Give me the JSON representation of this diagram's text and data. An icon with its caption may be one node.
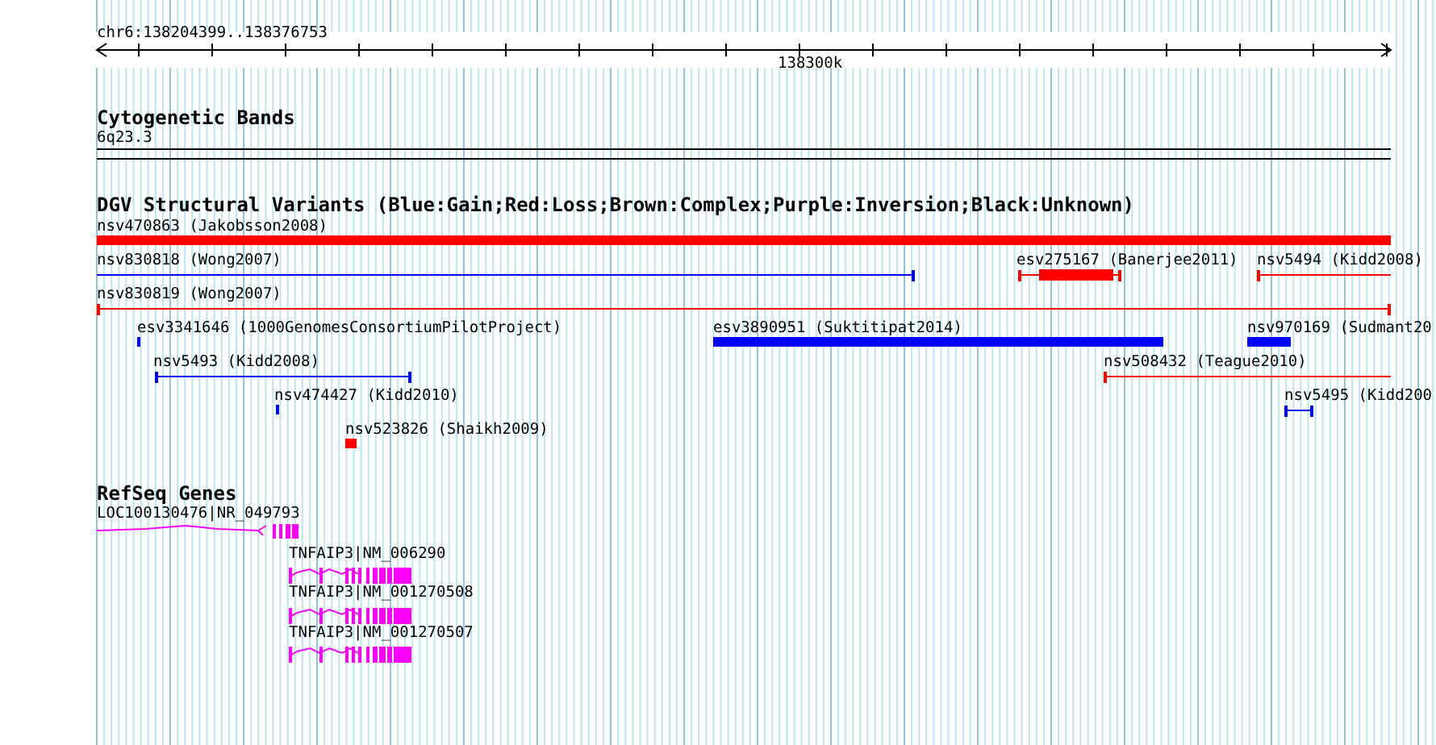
{
  "diagram": {
    "labels": [
      "chr6:138204399..138376753",
      "138300k",
      "Cytogenetic Bands",
      "6q23.3",
      "DGV Structural Variants (Blue:Gain;Red:Loss;Brown:Complex;Purple:Inversion;Black:Unknown)",
      "nsv470863 (Jakobsson2008)",
      "nsv830818 (Wong2007)",
      "esv275167 (Banerjee2011)",
      "nsv5494 (Kidd2008)",
      "nsv830819 (Wong2007)",
      "esv3341646 (1000GenomesConsortiumPilotProject)",
      "esv3890951 (Suktitipat2014)",
      "nsv970169 (Sudmant20",
      "nsv5493 (Kidd2008)",
      "nsv508432 (Teague2010)",
      "nsv474427 (Kidd2010)",
      "nsv5495 (Kidd200",
      "nsv523826 (Shaikh2009)",
      "RefSeq Genes",
      "LOC100130476|NR_049793",
      "TNFAIP3|NM_006290",
      "TNFAIP3|NM_001270508",
      "TNFAIP3|NM_001270507"
    ]
  }
}
